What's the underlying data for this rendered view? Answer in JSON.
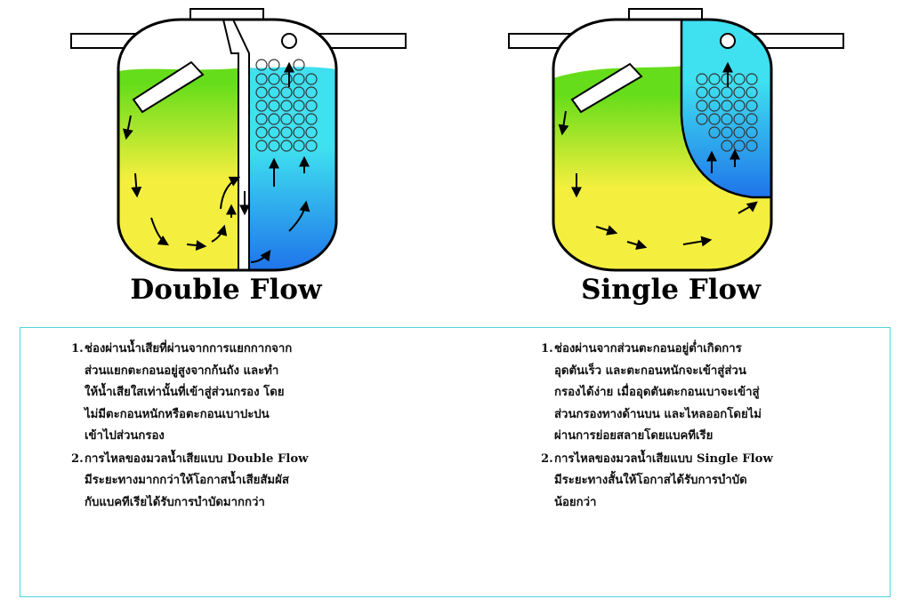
{
  "diagrams": {
    "double": {
      "title": "Double Flow",
      "colors": {
        "green": "#66dd1a",
        "yellow": "#f4ef3e",
        "cyan": "#3fe0f0",
        "blue": "#1f74ea"
      }
    },
    "single": {
      "title": "Single Flow",
      "colors": {
        "green": "#66dd1a",
        "yellow": "#f4ef3e",
        "cyan": "#3fe0f0",
        "blue": "#1f74ea"
      }
    }
  },
  "description": {
    "left": [
      {
        "num": "1.",
        "text": "ช่องผ่านน้ำเสียที่ผ่านจากการแยกกากจาก\nส่วนแยกตะกอนอยู่สูงจากก้นถัง และทำ\nให้น้ำเสียใสเท่านั้นที่เข้าสู่ส่วนกรอง โดย\nไม่มีตะกอนหนักหรือตะกอนเบาปะปน\nเข้าไปส่วนกรอง"
      },
      {
        "num": "2.",
        "text": "การไหลของมวลน้ำเสียแบบ Double Flow\nมีระยะทางมากกว่าให้โอกาสน้ำเสียสัมผัส\nกับแบคทีเรียได้รับการบำบัดมากกว่า"
      }
    ],
    "right": [
      {
        "num": "1.",
        "text": "ช่องผ่านจากส่วนตะกอนอยู่ต่ำเกิดการ\nอุดตันเร็ว  และตะกอนหนักจะเข้าสู่ส่วน\nกรองได้ง่าย เมื่ออุดตันตะกอนเบาจะเข้าสู่\nส่วนกรองทางด้านบน และไหลออกโดยไม่\nผ่านการย่อยสลายโดยแบคทีเรีย"
      },
      {
        "num": "2.",
        "text": "การไหลของมวลน้ำเสียแบบ Single Flow\nมีระยะทางสั้นให้โอกาสได้รับการบำบัด\nน้อยกว่า"
      }
    ]
  }
}
